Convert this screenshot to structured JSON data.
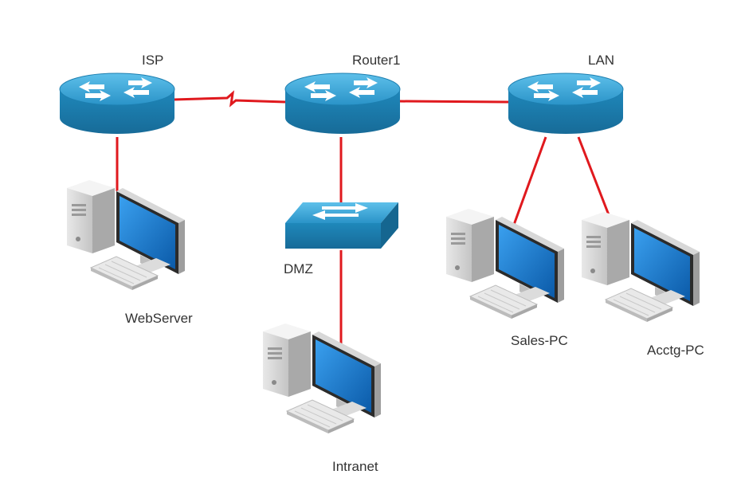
{
  "diagram": {
    "nodes": {
      "isp": {
        "label": "ISP",
        "kind": "router-icon"
      },
      "router1": {
        "label": "Router1",
        "kind": "router-icon"
      },
      "lan": {
        "label": "LAN",
        "kind": "router-icon"
      },
      "dmz": {
        "label": "DMZ",
        "kind": "switch-icon"
      },
      "webserver": {
        "label": "WebServer",
        "kind": "desktop-pc-icon"
      },
      "intranet": {
        "label": "Intranet",
        "kind": "desktop-pc-icon"
      },
      "sales_pc": {
        "label": "Sales-PC",
        "kind": "desktop-pc-icon"
      },
      "acctg_pc": {
        "label": "Acctg-PC",
        "kind": "desktop-pc-icon"
      }
    },
    "links": [
      {
        "from": "isp",
        "to": "router1",
        "type": "serial"
      },
      {
        "from": "router1",
        "to": "lan",
        "type": "ethernet"
      },
      {
        "from": "isp",
        "to": "webserver",
        "type": "ethernet"
      },
      {
        "from": "router1",
        "to": "dmz",
        "type": "ethernet"
      },
      {
        "from": "dmz",
        "to": "intranet",
        "type": "ethernet"
      },
      {
        "from": "lan",
        "to": "sales_pc",
        "type": "ethernet"
      },
      {
        "from": "lan",
        "to": "acctg_pc",
        "type": "ethernet"
      }
    ],
    "colors": {
      "link": "#e0191e",
      "device_top": "#2e9fd3",
      "device_side": "#1d7fb0",
      "arrow": "#ffffff",
      "screen": "#1377c9"
    }
  }
}
